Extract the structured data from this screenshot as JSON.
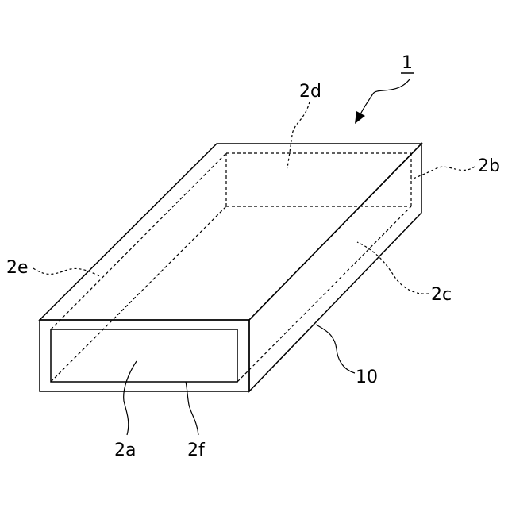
{
  "figure": {
    "labels": {
      "assembly": "1",
      "face_a": "2a",
      "face_b": "2b",
      "face_c": "2c",
      "face_d": "2d",
      "face_e": "2e",
      "face_f": "2f",
      "body": "10"
    }
  }
}
